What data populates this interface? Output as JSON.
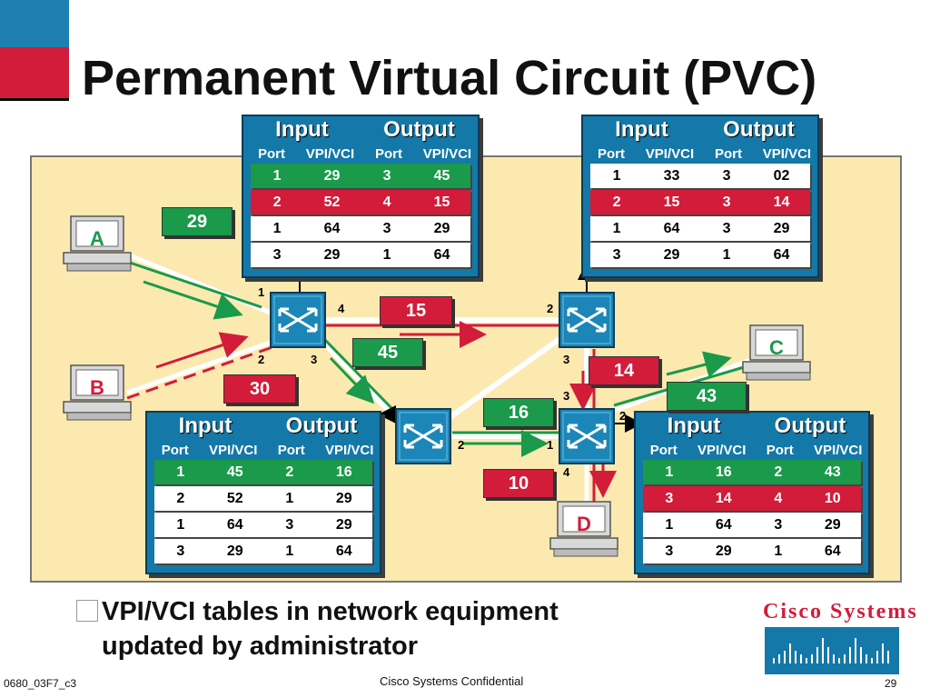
{
  "title": "Permanent Virtual Circuit (PVC)",
  "table_header": {
    "input": "Input",
    "output": "Output",
    "port": "Port",
    "vpivci": "VPI/VCI"
  },
  "tables": {
    "top_left": [
      {
        "in_port": "1",
        "in_vc": "29",
        "out_port": "3",
        "out_vc": "45",
        "highlight": "green"
      },
      {
        "in_port": "2",
        "in_vc": "52",
        "out_port": "4",
        "out_vc": "15",
        "highlight": "red"
      },
      {
        "in_port": "1",
        "in_vc": "64",
        "out_port": "3",
        "out_vc": "29",
        "highlight": "none"
      },
      {
        "in_port": "3",
        "in_vc": "29",
        "out_port": "1",
        "out_vc": "64",
        "highlight": "none"
      }
    ],
    "top_right": [
      {
        "in_port": "1",
        "in_vc": "33",
        "out_port": "3",
        "out_vc": "02",
        "highlight": "none"
      },
      {
        "in_port": "2",
        "in_vc": "15",
        "out_port": "3",
        "out_vc": "14",
        "highlight": "red"
      },
      {
        "in_port": "1",
        "in_vc": "64",
        "out_port": "3",
        "out_vc": "29",
        "highlight": "none"
      },
      {
        "in_port": "3",
        "in_vc": "29",
        "out_port": "1",
        "out_vc": "64",
        "highlight": "none"
      }
    ],
    "bottom_left": [
      {
        "in_port": "1",
        "in_vc": "45",
        "out_port": "2",
        "out_vc": "16",
        "highlight": "green"
      },
      {
        "in_port": "2",
        "in_vc": "52",
        "out_port": "1",
        "out_vc": "29",
        "highlight": "none"
      },
      {
        "in_port": "1",
        "in_vc": "64",
        "out_port": "3",
        "out_vc": "29",
        "highlight": "none"
      },
      {
        "in_port": "3",
        "in_vc": "29",
        "out_port": "1",
        "out_vc": "64",
        "highlight": "none"
      }
    ],
    "bottom_right": [
      {
        "in_port": "1",
        "in_vc": "16",
        "out_port": "2",
        "out_vc": "43",
        "highlight": "green"
      },
      {
        "in_port": "3",
        "in_vc": "14",
        "out_port": "4",
        "out_vc": "10",
        "highlight": "red"
      },
      {
        "in_port": "1",
        "in_vc": "64",
        "out_port": "3",
        "out_vc": "29",
        "highlight": "none"
      },
      {
        "in_port": "3",
        "in_vc": "29",
        "out_port": "1",
        "out_vc": "64",
        "highlight": "none"
      }
    ]
  },
  "vc_labels": {
    "a_29": "29",
    "s1_45": "45",
    "s1_15": "15",
    "b_30": "30",
    "s3_16": "16",
    "s2_14": "14",
    "s4_43": "43",
    "s4_10": "10"
  },
  "hosts": {
    "a": "A",
    "b": "B",
    "c": "C",
    "d": "D"
  },
  "ports": {
    "s1_p1": "1",
    "s1_p2": "2",
    "s1_p3": "3",
    "s1_p4": "4",
    "s2_p2": "2",
    "s2_p3": "3",
    "s3_p2": "2",
    "s4_p1": "1",
    "s4_p2": "2",
    "s4_p3": "3",
    "s4_p4": "4"
  },
  "bullet_text_line1": "VPI/VCI tables in network equipment",
  "bullet_text_line2": "updated by administrator",
  "footer": {
    "left": "0680_03F7_c3",
    "center": "Cisco Systems Confidential",
    "right": "29"
  },
  "logo_text": "Cisco Systems",
  "colors": {
    "brand_blue": "#1478a8",
    "brand_red": "#d21c3a",
    "path_green": "#1a9a4a",
    "background": "#fce9b0"
  }
}
